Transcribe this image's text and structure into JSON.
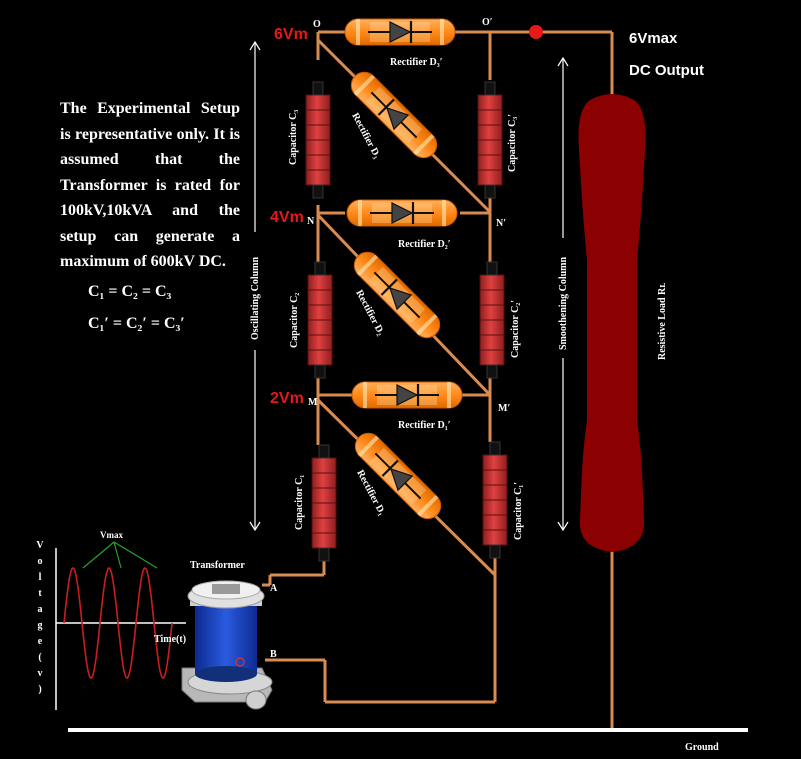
{
  "description": "The Experimental Setup is representative only. It is assumed that the Transformer is rated for 100kV,10kVA and the setup can generate a maximum of 600kV DC.",
  "equations": {
    "eq1": "C₁ = C₂ = C₃",
    "eq2": "C₁′ = C₂′ = C₃′"
  },
  "output": {
    "line1": "6Vmax",
    "line2": "DC Output"
  },
  "nodes": {
    "v6": "6Vm",
    "v4": "4Vm",
    "v2": "2Vm",
    "o": "O",
    "o_prime": "O′",
    "n": "N",
    "n_prime": "N′",
    "m": "M",
    "m_prime": "M′",
    "a": "A",
    "b": "B"
  },
  "components": {
    "d3p": "Rectifier D₃′",
    "d2p": "Rectifier D₂′",
    "d1p": "Rectifier D₁′",
    "d3": "Rectifier D₃",
    "d2": "Rectifier D₂",
    "d1": "Rectifier D₁",
    "c3": "Capacitor C₃",
    "c2": "Capacitor C₂",
    "c1": "Capacitor C₁",
    "c3p": "Capacitor C₃′",
    "c2p": "Capacitor C₂′",
    "c1p": "Capacitor C₁′",
    "load": "Resistive Load Rʟ",
    "transformer": "Transformer"
  },
  "columns": {
    "oscillating": "Oscillating Column",
    "smoothening": "Smoothening Column"
  },
  "ground": "Ground",
  "waveform": {
    "ylabel": "Voltage(v)",
    "xlabel": "Time(t)",
    "peak": "Vmax"
  },
  "colors": {
    "wire": "#d98b50",
    "capacitor": "#c83232",
    "rectifier": "#ff8c1a",
    "load": "#8b0000",
    "node_red": "#e81818",
    "transformer_blue": "#1a3fc2"
  }
}
